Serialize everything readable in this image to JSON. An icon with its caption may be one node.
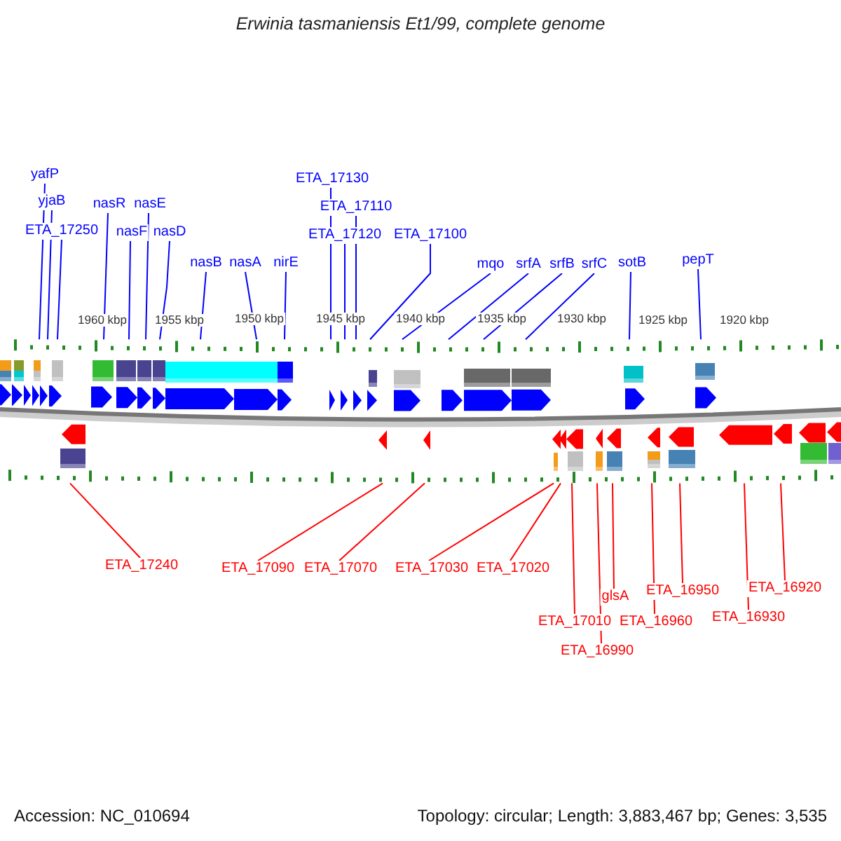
{
  "diagram": {
    "title": "Erwinia tasmaniensis Et1/99, complete genome",
    "nodes": [
      {
        "text": [
          "yafP"
        ]
      },
      {
        "text": [
          "yjaB"
        ]
      },
      {
        "text": [
          "ETA_17250"
        ]
      },
      {
        "text": [
          "nasR"
        ]
      },
      {
        "text": [
          "nasF"
        ]
      },
      {
        "text": [
          "nasE"
        ]
      },
      {
        "text": [
          "nasD"
        ]
      },
      {
        "text": [
          "nasB"
        ]
      },
      {
        "text": [
          "nasA"
        ]
      },
      {
        "text": [
          "nirE"
        ]
      },
      {
        "text": [
          "ETA_17130"
        ]
      },
      {
        "text": [
          "ETA_17110"
        ]
      },
      {
        "text": [
          "ETA_17120"
        ]
      },
      {
        "text": [
          "ETA_17100"
        ]
      },
      {
        "text": [
          "mqo"
        ]
      },
      {
        "text": [
          "srfA"
        ]
      },
      {
        "text": [
          "srfB"
        ]
      },
      {
        "text": [
          "srfC"
        ]
      },
      {
        "text": [
          "sotB"
        ]
      },
      {
        "text": [
          "pepT"
        ]
      },
      {
        "text": [],
        "shape": "picture"
      },
      {
        "text": [
          "ETA_17240"
        ]
      },
      {
        "text": [
          "ETA_17090"
        ]
      },
      {
        "text": [
          "ETA_17070"
        ]
      },
      {
        "text": [
          "ETA_17030"
        ]
      },
      {
        "text": [
          "ETA_17020"
        ]
      },
      {
        "text": [
          "ETA_17010"
        ]
      },
      {
        "text": [
          "ETA_16990"
        ]
      },
      {
        "text": [
          "glsA"
        ]
      },
      {
        "text": [
          "ETA_16950"
        ]
      },
      {
        "text": [
          "ETA_16960"
        ]
      },
      {
        "text": [
          "ETA_16930"
        ]
      },
      {
        "text": [
          "ETA_16920"
        ]
      }
    ],
    "edges": [
      {
        "from": 0,
        "to": 20,
        "arrow": "none"
      },
      {
        "from": 1,
        "to": 20,
        "arrow": "none"
      },
      {
        "from": 2,
        "to": 20,
        "arrow": "none"
      },
      {
        "from": 3,
        "to": 20,
        "arrow": "none"
      },
      {
        "from": 4,
        "to": 20,
        "arrow": "none"
      },
      {
        "from": 5,
        "to": 20,
        "arrow": "none"
      },
      {
        "from": 6,
        "to": 20,
        "arrow": "none"
      },
      {
        "from": 7,
        "to": 20,
        "arrow": "none"
      },
      {
        "from": 8,
        "to": 20,
        "arrow": "none"
      },
      {
        "from": 9,
        "to": 20,
        "arrow": "none"
      },
      {
        "from": 10,
        "to": 20,
        "arrow": "none"
      },
      {
        "from": 11,
        "to": 20,
        "arrow": "none"
      },
      {
        "from": 12,
        "to": 20,
        "arrow": "none"
      },
      {
        "from": 13,
        "to": 20,
        "arrow": "none"
      },
      {
        "from": 14,
        "to": 20,
        "arrow": "none"
      },
      {
        "from": 15,
        "to": 20,
        "arrow": "none"
      },
      {
        "from": 16,
        "to": 20,
        "arrow": "none"
      },
      {
        "from": 17,
        "to": 20,
        "arrow": "none"
      },
      {
        "from": 18,
        "to": 20,
        "arrow": "none"
      },
      {
        "from": 19,
        "to": 20,
        "arrow": "none"
      },
      {
        "from": 21,
        "to": 20,
        "arrow": "none",
        "color": "#ff0000"
      },
      {
        "from": 22,
        "to": 20,
        "arrow": "none",
        "color": "#ff0000"
      },
      {
        "from": 23,
        "to": 20,
        "arrow": "none",
        "color": "#ff0000"
      },
      {
        "from": 24,
        "to": 20,
        "arrow": "none",
        "color": "#ff0000"
      },
      {
        "from": 25,
        "to": 20,
        "arrow": "none",
        "color": "#ff0000"
      },
      {
        "from": 26,
        "to": 20,
        "arrow": "none",
        "color": "#ff0000"
      },
      {
        "from": 27,
        "to": 20,
        "arrow": "none",
        "color": "#ff0000"
      },
      {
        "from": 28,
        "to": 20,
        "arrow": "none",
        "color": "#ff0000"
      },
      {
        "from": 29,
        "to": 20,
        "arrow": "none",
        "color": "#ff0000"
      },
      {
        "from": 30,
        "to": 20,
        "arrow": "none",
        "color": "#ff0000"
      },
      {
        "from": 31,
        "to": 20,
        "arrow": "none",
        "color": "#ff0000"
      },
      {
        "from": 32,
        "to": 20,
        "arrow": "none",
        "color": "#ff0000"
      }
    ],
    "labels": [
      "1960 kbp",
      "1955 kbp",
      "1950 kbp",
      "1945 kbp",
      "1940 kbp",
      "1935 kbp",
      "1930 kbp",
      "1925 kbp",
      "1920 kbp",
      "Accession: NC_010694",
      "Topology: circular; Length: 3,883,467 bp; Genes: 3,535"
    ]
  }
}
